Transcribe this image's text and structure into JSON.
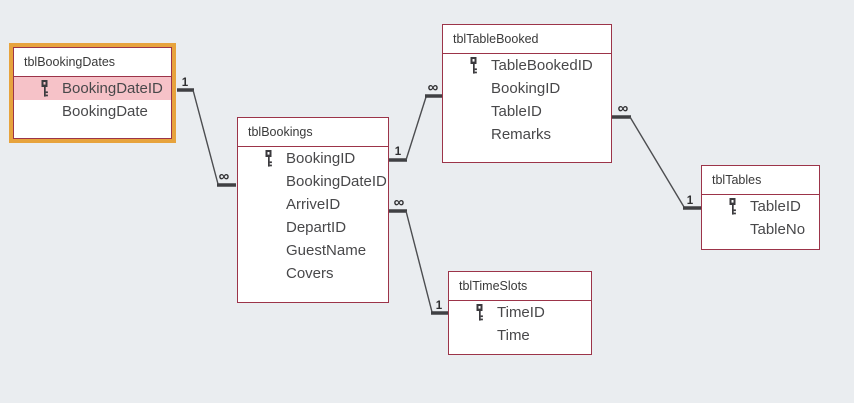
{
  "app_context": "Access Relationships canvas",
  "colors": {
    "canvas_background": "#eaedf0",
    "table_border": "#9c3449",
    "selected_frame": "#e7a33d",
    "selected_row": "#f6c2c8",
    "relationship_line": "#4c4d50",
    "text": "#48484a"
  },
  "tables": [
    {
      "name": "tblBookingDates",
      "selected": true,
      "fields": [
        {
          "name": "BookingDateID",
          "is_key": true,
          "selected": true
        },
        {
          "name": "BookingDate",
          "is_key": false,
          "selected": false
        }
      ]
    },
    {
      "name": "tblBookings",
      "selected": false,
      "fields": [
        {
          "name": "BookingID",
          "is_key": true
        },
        {
          "name": "BookingDateID",
          "is_key": false
        },
        {
          "name": "ArriveID",
          "is_key": false
        },
        {
          "name": "DepartID",
          "is_key": false
        },
        {
          "name": "GuestName",
          "is_key": false
        },
        {
          "name": "Covers",
          "is_key": false
        }
      ]
    },
    {
      "name": "tblTableBooked",
      "selected": false,
      "fields": [
        {
          "name": "TableBookedID",
          "is_key": true
        },
        {
          "name": "BookingID",
          "is_key": false
        },
        {
          "name": "TableID",
          "is_key": false
        },
        {
          "name": "Remarks",
          "is_key": false
        }
      ]
    },
    {
      "name": "tblTables",
      "selected": false,
      "fields": [
        {
          "name": "TableID",
          "is_key": true
        },
        {
          "name": "TableNo",
          "is_key": false
        }
      ]
    },
    {
      "name": "tblTimeSlots",
      "selected": false,
      "fields": [
        {
          "name": "TimeID",
          "is_key": true
        },
        {
          "name": "Time",
          "is_key": false
        }
      ]
    }
  ],
  "relationships": [
    {
      "table_a": "tblBookingDates",
      "label_a": "1",
      "table_b": "tblBookings",
      "label_b": "∞"
    },
    {
      "table_a": "tblBookings",
      "label_a": "1",
      "table_b": "tblTableBooked",
      "label_b": "∞"
    },
    {
      "table_a": "tblBookings",
      "label_a": "∞",
      "table_b": "tblTimeSlots",
      "label_b": "1"
    },
    {
      "table_a": "tblTableBooked",
      "label_a": "∞",
      "table_b": "tblTables",
      "label_b": "1"
    }
  ]
}
